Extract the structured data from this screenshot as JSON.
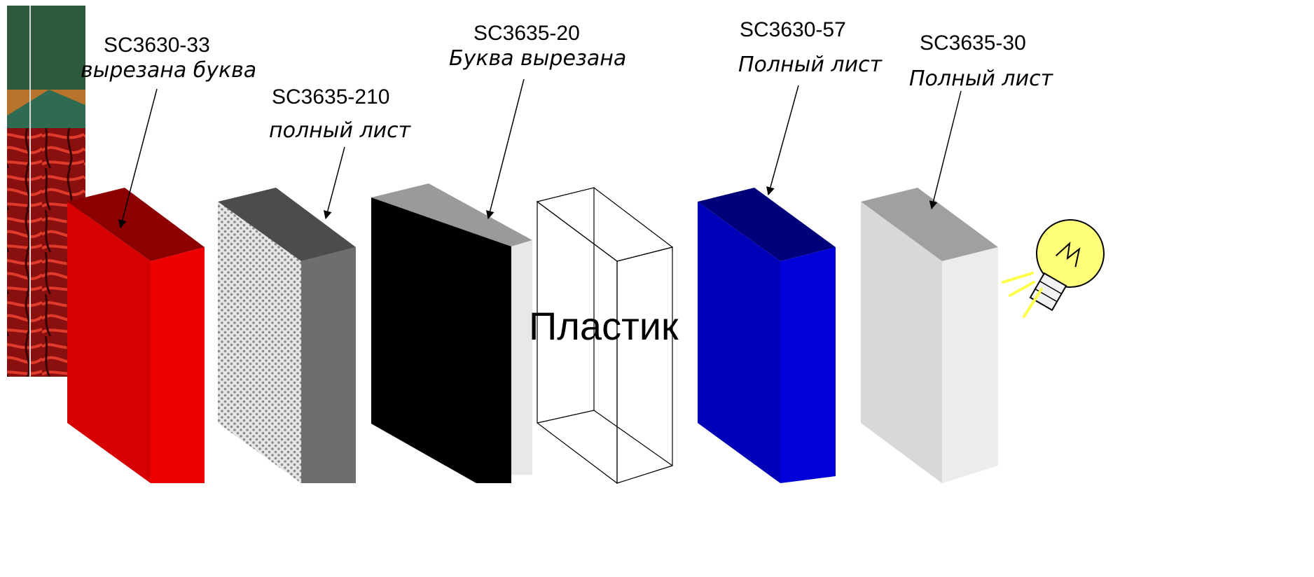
{
  "layers": [
    {
      "code": "SC3630-33",
      "note": "вырезана буква",
      "color": "#e00000"
    },
    {
      "code": "SC3635-210",
      "note": "полный лист",
      "color": "#6e6e6e"
    },
    {
      "code": "SC3635-20",
      "note": "Буква вырезана",
      "color": "#000000"
    },
    {
      "code": "SC3630-57",
      "note": "Полный лист",
      "color": "#0000c8"
    },
    {
      "code": "SC3635-30",
      "note": "Полный лист",
      "color": "#e4e4e4"
    }
  ],
  "plastic": {
    "label": "Пластик"
  },
  "icons": {
    "light_source": "light-bulb-icon",
    "texture_strip": "texture-strip-image"
  }
}
